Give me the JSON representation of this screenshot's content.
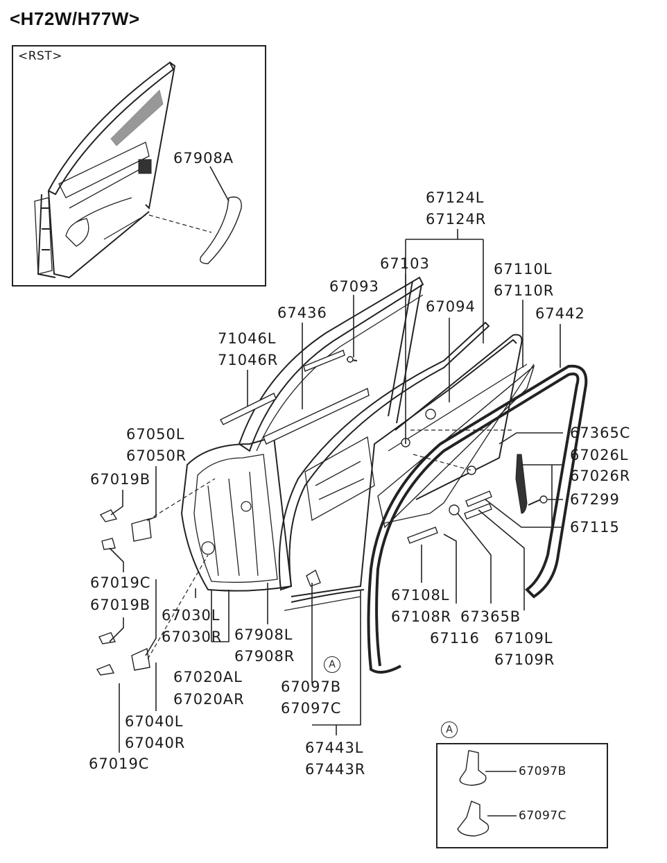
{
  "title": "<H72W/H77W>",
  "inset": {
    "tag": "<RST>",
    "part": "67908A"
  },
  "labels": {
    "p67124": [
      "67124L",
      "67124R"
    ],
    "p67103": "67103",
    "p67110": [
      "67110L",
      "67110R"
    ],
    "p67093": "67093",
    "p67094": "67094",
    "p67442": "67442",
    "p67436": "67436",
    "p71046": [
      "71046L",
      "71046R"
    ],
    "p67050": [
      "67050L",
      "67050R"
    ],
    "p67019B_top": "67019B",
    "p67365C": "67365C",
    "p67026": [
      "67026L",
      "67026R"
    ],
    "p67299": "67299",
    "p67115": "67115",
    "p67019C": "67019C",
    "p67019B": "67019B",
    "p67030": [
      "67030L",
      "67030R"
    ],
    "p67908": [
      "67908L",
      "67908R"
    ],
    "p67108": [
      "67108L",
      "67108R"
    ],
    "p67365B": "67365B",
    "p67116": "67116",
    "p67109": [
      "67109L",
      "67109R"
    ],
    "p67020": [
      "67020AL",
      "67020AR"
    ],
    "p67097": [
      "67097B",
      "67097C"
    ],
    "p67040": [
      "67040L",
      "67040R"
    ],
    "p67019C_bottom": "67019C",
    "p67443": [
      "67443L",
      "67443R"
    ]
  },
  "circle_marker": "A",
  "detail": {
    "marker": "A",
    "items": [
      "67097B",
      "67097C"
    ]
  }
}
